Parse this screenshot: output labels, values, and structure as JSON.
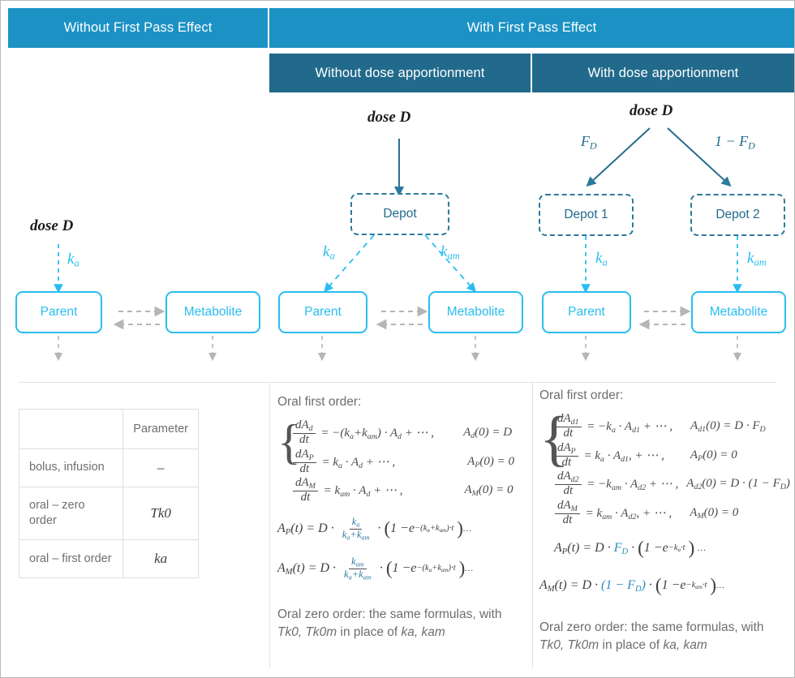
{
  "headers": {
    "row1": [
      {
        "label": "Without First Pass Effect",
        "color": "#1c92c4"
      },
      {
        "label": "With First Pass Effect",
        "color": "#1c92c4"
      }
    ],
    "row2": [
      {
        "label": "Without dose apportionment",
        "color": "#216a8c"
      },
      {
        "label": "With dose apportionment",
        "color": "#216a8c"
      }
    ]
  },
  "colors": {
    "header_light": "#1c92c4",
    "header_dark": "#216a8c",
    "compartment": "#29bdef",
    "depot": "#2b7a9e",
    "gray_arrow": "#b5b5b5",
    "text": "#6e6e6e"
  },
  "diagrams": {
    "left": {
      "dose_label": "dose D",
      "rate_label": "ka",
      "boxes": [
        {
          "name": "Parent",
          "style": "solid"
        },
        {
          "name": "Metabolite",
          "style": "solid"
        }
      ]
    },
    "middle": {
      "dose_label": "dose D",
      "depot": "Depot",
      "rate_left": "ka",
      "rate_right": "kam",
      "boxes": [
        {
          "name": "Parent",
          "style": "solid"
        },
        {
          "name": "Metabolite",
          "style": "solid"
        }
      ]
    },
    "right": {
      "dose_label": "dose D",
      "split_left": "FD",
      "split_right": "1 − FD",
      "depot1": "Depot 1",
      "depot2": "Depot 2",
      "rate_left": "ka",
      "rate_right": "kam",
      "boxes": [
        {
          "name": "Parent",
          "style": "solid"
        },
        {
          "name": "Metabolite",
          "style": "solid"
        }
      ]
    }
  },
  "parameter_table": {
    "columns": [
      "",
      "Parameter"
    ],
    "rows": [
      {
        "route": "bolus, infusion",
        "parameter": "–"
      },
      {
        "route": "oral – zero order",
        "parameter": "Tk0"
      },
      {
        "route": "oral – first order",
        "parameter": "ka"
      }
    ]
  },
  "middle_formulas": {
    "title": "Oral first order:",
    "ode_system": [
      {
        "lhs_num": "dAd",
        "lhs_den": "dt",
        "rhs": "= −(ka+kam) · Ad + ⋯ ,",
        "ic": "Ad(0) = D"
      },
      {
        "lhs_num": "dAP",
        "lhs_den": "dt",
        "rhs": "= ka · Ad + ⋯ ,",
        "ic": "AP(0) = 0"
      },
      {
        "lhs_num": "dAM",
        "lhs_den": "dt",
        "rhs": "= kam · Ad + ⋯ ,",
        "ic": "AM(0) = 0"
      }
    ],
    "solutions": [
      "AP(t) = D · ka/(ka+kam) · (1 − e^−(ka+kam)·t )…",
      "AM(t) = D · kam/(ka+kam) · (1 − e^−(ka+kam)·t )…"
    ],
    "note_line1": "Oral zero order: the same formulas, with",
    "note_line2_italic": "Tk0, Tk0m",
    "note_line2_rest": " in place of ",
    "note_line2_italic2": "ka, kam"
  },
  "right_formulas": {
    "title": "Oral first order:",
    "ode_system": [
      {
        "lhs_num": "dAd1",
        "lhs_den": "dt",
        "rhs": "= −ka · Ad1 + ⋯ ,",
        "ic": "Ad1(0) = D · FD"
      },
      {
        "lhs_num": "dAP",
        "lhs_den": "dt",
        "rhs": "= ka · Ad1, + ⋯ ,",
        "ic": "AP(0) = 0"
      },
      {
        "lhs_num": "dAd2",
        "lhs_den": "dt",
        "rhs": "= −kam · Ad2 + ⋯ ,",
        "ic": "Ad2(0) = D · (1 − FD)"
      },
      {
        "lhs_num": "dAM",
        "lhs_den": "dt",
        "rhs": "= kam · Ad2, + ⋯ ,",
        "ic": "AM(0) = 0"
      }
    ],
    "solutions": [
      "AP(t) = D · FD · (1 − e^−ka·t ) …",
      "AM(t) = D · (1 − FD) · (1 − e^−kam·t )…"
    ],
    "note_line1": "Oral zero order: the same formulas, with",
    "note_line2_italic": "Tk0, Tk0m",
    "note_line2_rest": " in place of ",
    "note_line2_italic2": "ka, kam"
  }
}
